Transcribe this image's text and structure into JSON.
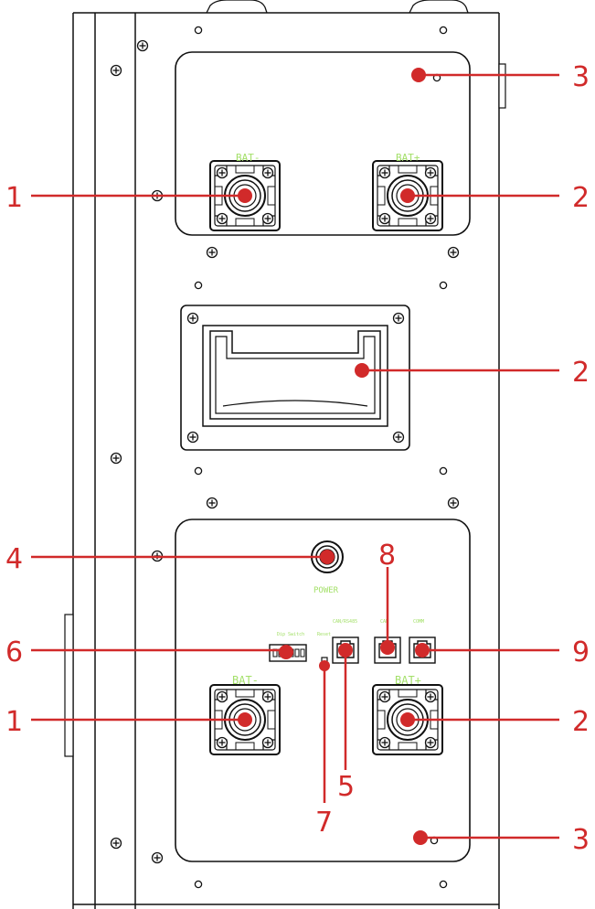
{
  "colors": {
    "callout": "#d12a2a",
    "label_text": "#a4e06a",
    "line": "#111111",
    "panel_fill": "#ffffff"
  },
  "callouts": {
    "left_1_top": "1",
    "right_3_top": "3",
    "right_2_top": "2",
    "right_2_handle": "2",
    "left_4": "4",
    "top_8": "8",
    "left_6": "6",
    "right_9": "9",
    "left_1_bottom": "1",
    "right_2_bottom": "2",
    "bottom_5": "5",
    "bottom_7": "7",
    "right_3_bottom": "3"
  },
  "labels": {
    "top_bat_neg": "BAT-",
    "top_bat_pos": "BAT+",
    "power": "POWER",
    "dip_switch": "Dip Switch",
    "reset": "Reset",
    "port_485": "CAN/RS485",
    "port_8": "CAN",
    "port_9": "COMM",
    "bottom_bat_neg": "BAT-",
    "bottom_bat_pos": "BAT+"
  },
  "icons": {
    "screw": "screw-icon",
    "terminal": "battery-terminal-icon",
    "handle": "carry-handle-icon",
    "power": "power-button-icon",
    "port": "rj45-port-icon",
    "dip": "dip-switch-icon"
  }
}
